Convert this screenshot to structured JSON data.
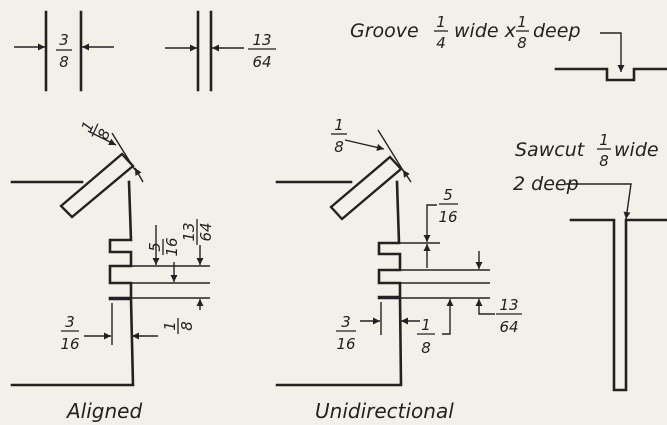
{
  "dims": {
    "a_num": "3",
    "a_den": "8",
    "b_num": "13",
    "b_den": "64"
  },
  "groove": {
    "pre": "Groove",
    "w_num": "1",
    "w_den": "4",
    "mid": "wide x",
    "d_num": "1",
    "d_den": "8",
    "post": "deep"
  },
  "sawcut": {
    "pre": "Sawcut",
    "w_num": "1",
    "w_den": "8",
    "post": "wide",
    "line2": "2 deep"
  },
  "aligned": {
    "caption": "Aligned",
    "top_num": "1",
    "top_den": "8",
    "g1_num": "5",
    "g1_den": "16",
    "g2_num": "13",
    "g2_den": "64",
    "s1_num": "3",
    "s1_den": "16",
    "s2_num": "1",
    "s2_den": "8"
  },
  "unidirectional": {
    "caption": "Unidirectional",
    "top_num": "1",
    "top_den": "8",
    "g1_num": "5",
    "g1_den": "16",
    "s1_num": "3",
    "s1_den": "16",
    "s2_num": "1",
    "s2_den": "8",
    "g2_num": "13",
    "g2_den": "64"
  }
}
